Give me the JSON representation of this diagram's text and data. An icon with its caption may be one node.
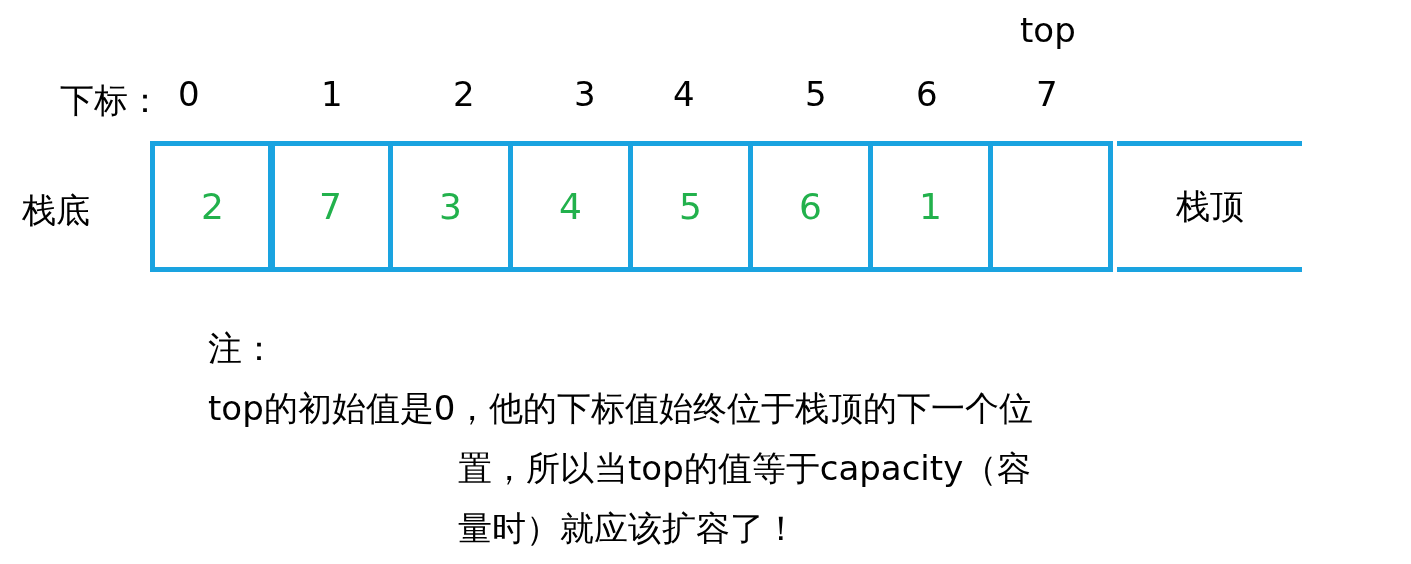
{
  "diagram": {
    "nodes": [
      {
        "text": [
          "2"
        ]
      },
      {
        "text": [
          "7"
        ]
      },
      {
        "text": [
          "3"
        ]
      },
      {
        "text": [
          "4"
        ]
      },
      {
        "text": [
          "5"
        ]
      },
      {
        "text": [
          "6"
        ]
      },
      {
        "text": [
          "1"
        ]
      },
      {
        "text": [],
        "shape": "box"
      },
      {
        "text": [
          "栈顶"
        ]
      }
    ],
    "edges": [],
    "labels": [
      "top",
      "下标：",
      "0",
      "1",
      "2",
      "3",
      "4",
      "5",
      "6",
      "7",
      "栈底",
      "注：",
      "top的初始值是0，他的下标值始终位于栈顶的下一个位置，所以当top的值等于capacity（容量时）就应该扩容了！"
    ]
  }
}
